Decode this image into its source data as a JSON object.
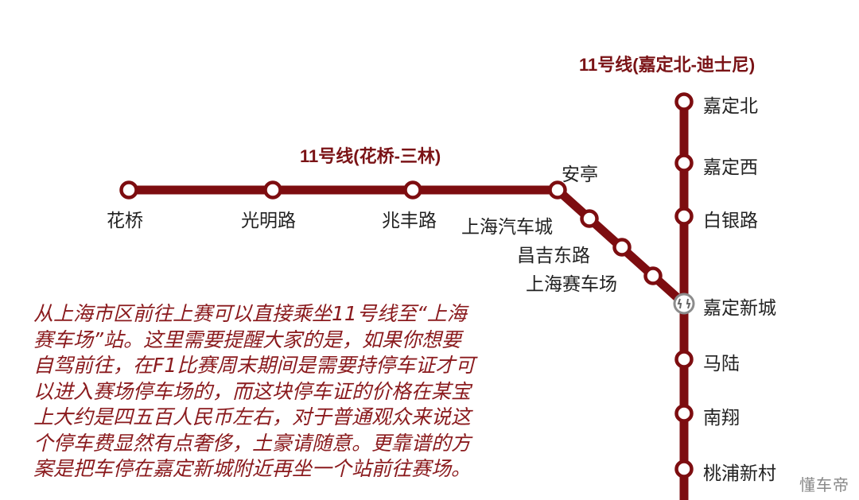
{
  "colors": {
    "line": "#7d0d10",
    "title": "#7a1316",
    "text": "#222222",
    "desc": "#8a1a1d",
    "interchange": "#8c8c8c"
  },
  "titles": {
    "north_branch": "11号线(嘉定北-迪士尼)",
    "west_branch": "11号线(花桥-三林)"
  },
  "west_branch": {
    "stations": [
      "花桥",
      "光明路",
      "兆丰路",
      "安亭",
      "上海汽车城",
      "昌吉东路",
      "上海赛车场"
    ]
  },
  "north_branch": {
    "stations": [
      "嘉定北",
      "嘉定西",
      "白银路",
      "嘉定新城",
      "马陆",
      "南翔",
      "桃浦新村"
    ]
  },
  "interchange": {
    "station": "嘉定新城",
    "icon": "interchange-icon"
  },
  "description": {
    "lines": [
      "从上海市区前往上赛可以直接乘坐11号线至“上海",
      "赛车场”站。这里需要提醒大家的是，如果你想要",
      "自驾前往，在F1比赛周末期间是需要持停车证才可",
      "以进入赛场停车场的，而这块停车证的价格在某宝",
      "上大约是四五百人民币左右，对于普通观众来说这",
      "个停车费显然有点奢侈，土豪请随意。更靠谱的方",
      "案是把车停在嘉定新城附近再坐一个站前往赛场。"
    ]
  },
  "watermark": "懂车帝"
}
